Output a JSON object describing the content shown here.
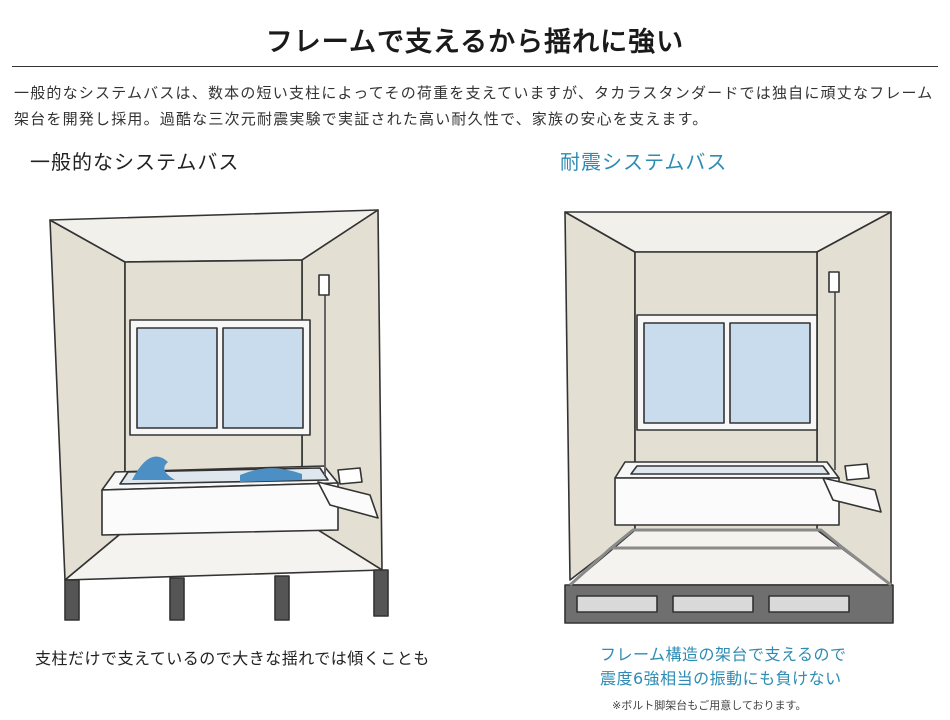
{
  "header": {
    "title": "フレームで支えるから揺れに強い"
  },
  "intro": {
    "line1": "一般的なシステムバスは、数本の短い支柱によってその荷重を支えていますが、タカラスタンダードでは独自に頑丈なフレーム",
    "line2": "架台を開発し採用。過酷な三次元耐震実験で実証された高い耐久性で、家族の安心を支えます。"
  },
  "left": {
    "heading": "一般的なシステムバス",
    "caption": "支柱だけで支えているので大きな揺れでは傾くことも"
  },
  "right": {
    "heading": "耐震システムバス",
    "caption_line1": "フレーム構造の架台で支えるので",
    "caption_line2": "震度6強相当の振動にも負けない",
    "note": "※ボルト脚架台もご用意しております。"
  },
  "colors": {
    "accent_blue": "#2e8cb3",
    "wall_beige": "#e3dfd2",
    "wall_light": "#f2f0ea",
    "glass_blue": "#c9dcee",
    "water_blue": "#4c8fc4",
    "frame_gray": "#8a8a8a",
    "outline": "#333333"
  }
}
